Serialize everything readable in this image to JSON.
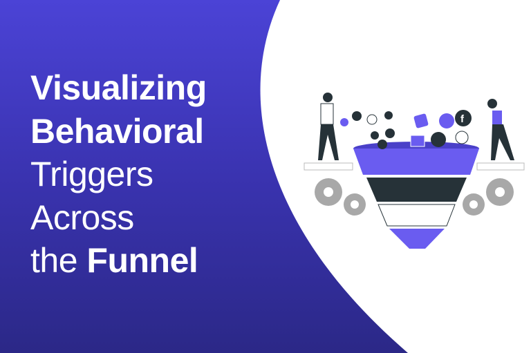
{
  "headline": {
    "line1": "Visualizing",
    "line2": "Behavioral",
    "line3": "Triggers",
    "line4": "Across",
    "line5_light": "the ",
    "line5_bold": "Funnel"
  },
  "colors": {
    "accent": "#6a5cf0",
    "dark": "#263238",
    "bg_top": "#4b43d6",
    "bg_bottom": "#2b2887",
    "gear": "#a8a8a8"
  }
}
